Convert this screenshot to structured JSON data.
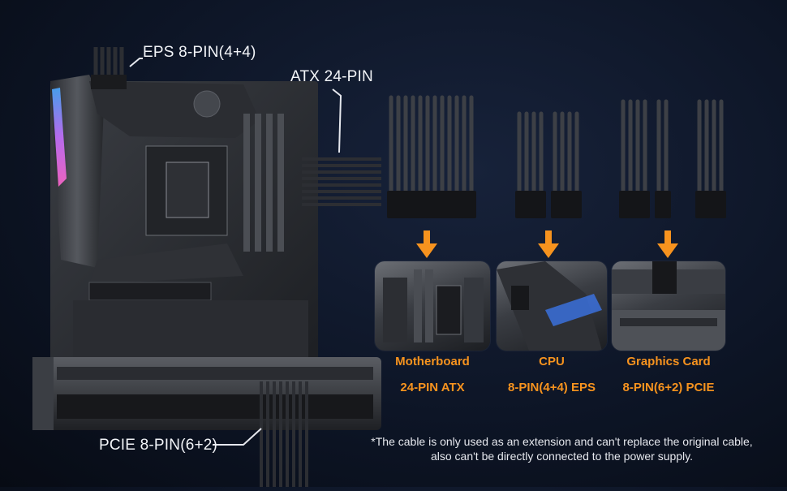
{
  "callouts": {
    "eps": "EPS 8-PIN(4+4)",
    "atx": "ATX 24-PIN",
    "pcie": "PCIE 8-PIN(6+2)"
  },
  "cards": [
    {
      "title": "Motherboard",
      "subtitle": "24-PIN ATX"
    },
    {
      "title": "CPU",
      "subtitle": "8-PIN(4+4) EPS"
    },
    {
      "title": "Graphics Card",
      "subtitle": "8-PIN(6+2) PCIE"
    }
  ],
  "footnote": {
    "line1": "*The cable is only used as an extension and can't replace the original cable,",
    "line2": "also can't be directly connected to the power supply."
  },
  "colors": {
    "accent": "#f7931e",
    "background": "#0d1526"
  }
}
